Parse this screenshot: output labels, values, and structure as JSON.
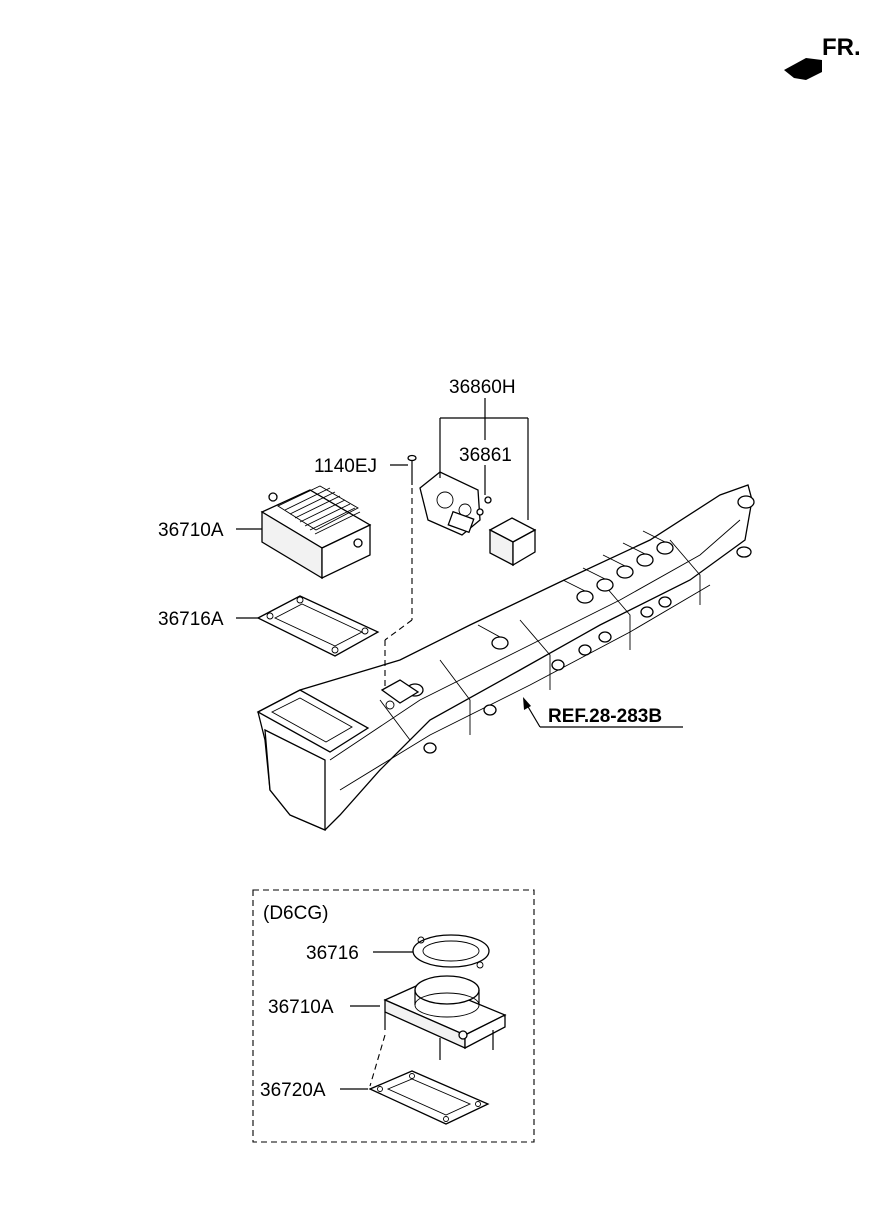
{
  "orientation": {
    "label": "FR."
  },
  "callouts": {
    "p36860H": "36860H",
    "p36861": "36861",
    "p1140EJ": "1140EJ",
    "p36710A_main": "36710A",
    "p36716A": "36716A",
    "ref": "REF.28-283B"
  },
  "inset": {
    "variant": "(D6CG)",
    "p36716": "36716",
    "p36710A": "36710A",
    "p36720A": "36720A"
  }
}
